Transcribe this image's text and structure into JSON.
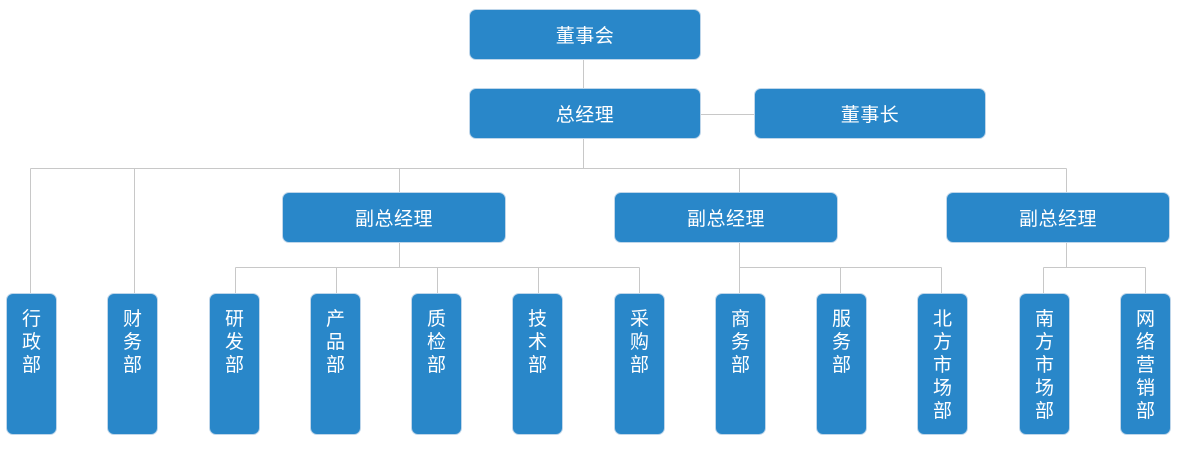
{
  "org_chart": {
    "board": "董事会",
    "general_manager": "总经理",
    "chairman": "董事长",
    "vice_general_managers": [
      "副总经理",
      "副总经理",
      "副总经理"
    ],
    "departments": [
      "行政部",
      "财务部",
      "研发部",
      "产品部",
      "质检部",
      "技术部",
      "采购部",
      "商务部",
      "服务部",
      "北方市场部",
      "南方市场部",
      "网络营销部"
    ]
  }
}
